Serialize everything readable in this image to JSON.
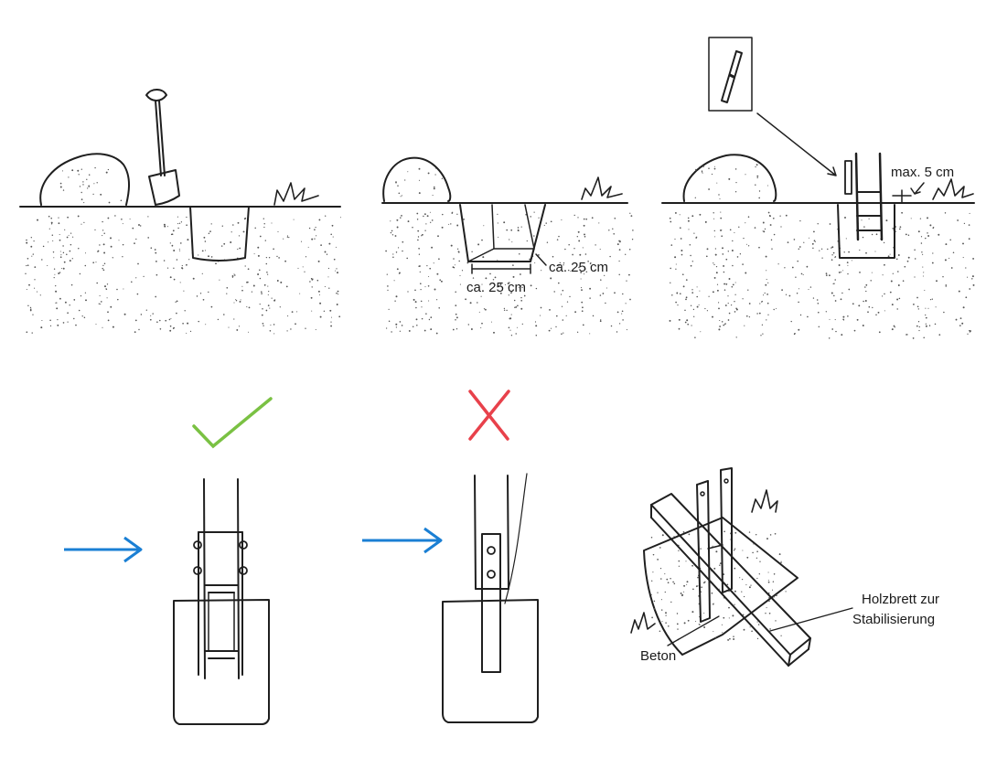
{
  "labels": {
    "width_depth": "ca. 25 cm",
    "width_front": "ca. 25 cm",
    "max_height": "max. 5 cm",
    "concrete": "Beton",
    "board_line1": "Holzbrett zur",
    "board_line2": "Stabilisierung"
  },
  "colors": {
    "check": "#7ac143",
    "cross": "#e8414b",
    "arrow": "#1a7fd4",
    "ink": "#1f1f1f"
  },
  "icons": {
    "correct": "checkmark-icon",
    "wrong": "cross-icon",
    "direction": "arrow-right-icon"
  }
}
